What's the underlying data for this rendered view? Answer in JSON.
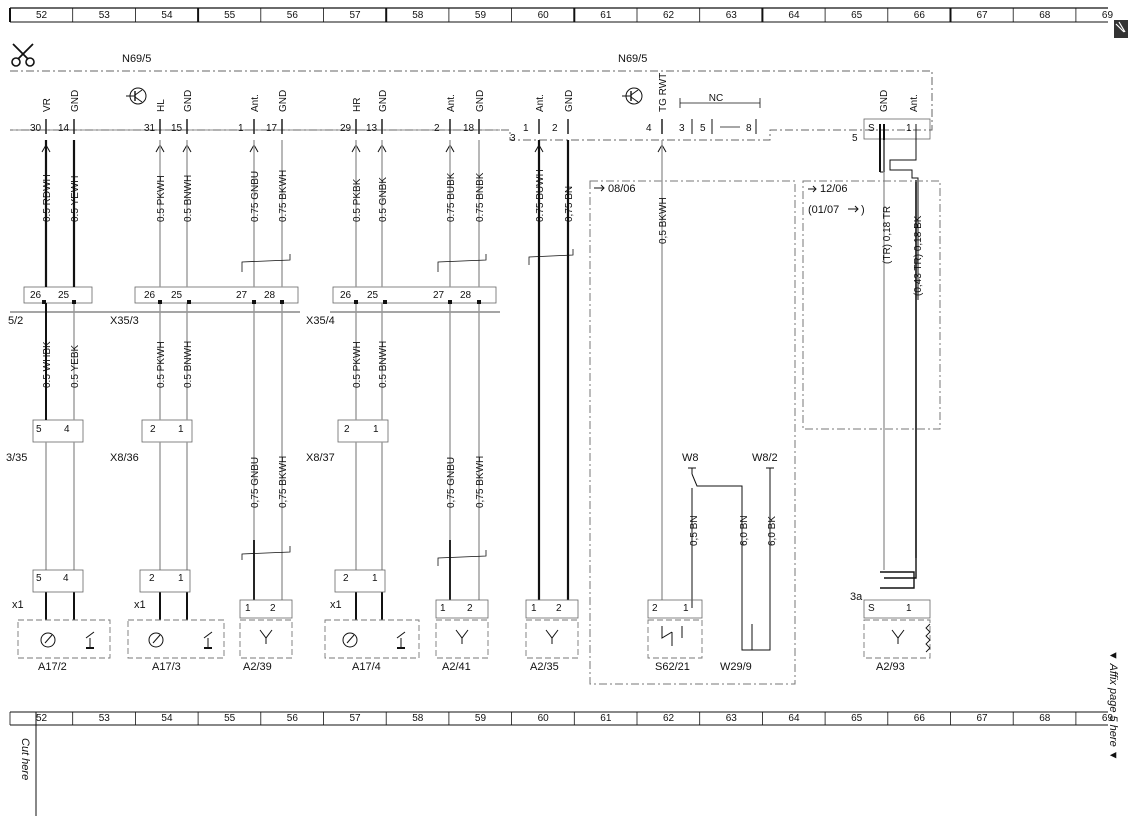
{
  "ruler": {
    "top_numbers": [
      "52",
      "53",
      "54",
      "55",
      "56",
      "57",
      "58",
      "59",
      "60",
      "61",
      "62",
      "63",
      "64",
      "65",
      "66",
      "67",
      "68",
      "69"
    ],
    "bottom_numbers": [
      "52",
      "53",
      "54",
      "55",
      "56",
      "57",
      "58",
      "59",
      "60",
      "61",
      "62",
      "63",
      "64",
      "65",
      "66",
      "67",
      "68",
      "69"
    ]
  },
  "header_labels": {
    "n69_left": "N69/5",
    "n69_right": "N69/5"
  },
  "pins_top": [
    {
      "pin": "30",
      "name": "VR",
      "wire": "0.5 RDWH",
      "heavy": true
    },
    {
      "pin": "14",
      "name": "GND",
      "wire": "0.5 YEWH",
      "heavy": true
    },
    {
      "pin": "31",
      "name": "HL",
      "wire": "0.5 PKWH",
      "heavy": false
    },
    {
      "pin": "15",
      "name": "GND",
      "wire": "0.5 BNWH",
      "heavy": false
    },
    {
      "pin": "1",
      "name": "Ant.",
      "wire": "0.75 GNBU",
      "heavy": false
    },
    {
      "pin": "17",
      "name": "GND",
      "wire": "0.75 BKWH",
      "heavy": false
    },
    {
      "pin": "29",
      "name": "HR",
      "wire": "0.5 PKBK",
      "heavy": false
    },
    {
      "pin": "13",
      "name": "GND",
      "wire": "0.5 GNBK",
      "heavy": false
    },
    {
      "pin": "2",
      "name": "Ant.",
      "wire": "0.75 BUBK",
      "heavy": false
    },
    {
      "pin": "18",
      "name": "GND",
      "wire": "0.75 BNBK",
      "heavy": false
    },
    {
      "pin": "1",
      "name": "Ant.",
      "wire": "0.75 BUWH",
      "heavy": true
    },
    {
      "pin": "2",
      "name": "GND",
      "wire": "0,75 BN",
      "heavy": true
    },
    {
      "pin": "4",
      "name": "TG RWT",
      "wire": "0,5 BKWH",
      "heavy": false
    }
  ],
  "nc_label": "NC",
  "nc_pins": [
    "3",
    "5",
    "8"
  ],
  "connector_3": "3",
  "connector_5": "5",
  "right_pins": [
    {
      "pin": "S",
      "name": "GND",
      "wire": "(TR) 0,18  TR"
    },
    {
      "pin": "1",
      "name": "Ant.",
      "wire": "(0,43 TR) 0,18 BK"
    }
  ],
  "date_boxes": {
    "box1": "08/06",
    "box2": "12/06",
    "box2_sub": "(01/07"
  },
  "connectors": {
    "x35_2": "5/2",
    "x35_3": "X35/3",
    "x35_4": "X35/4",
    "x8_35": "3/35",
    "x8_36": "X8/36",
    "x8_37": "X8/37"
  },
  "x35_pins": {
    "g1": [
      "26",
      "25"
    ],
    "g2": [
      "26",
      "25",
      "27",
      "28"
    ],
    "g3": [
      "26",
      "25",
      "27",
      "28"
    ]
  },
  "mid_wires": [
    "0.5 WHBK",
    "0.5 YEBK",
    "0.5 PKWH",
    "0.5 BNWH",
    "0.5 PKWH",
    "0.5 BNWH"
  ],
  "x8_pins": {
    "g1": [
      "5",
      "4"
    ],
    "g2": [
      "2",
      "1"
    ],
    "g3": [
      "2",
      "1"
    ]
  },
  "lower_wires": [
    "0,75 GNBU",
    "0,75 BKWH",
    "0,75 GNBU",
    "0,75 BKWH"
  ],
  "ground_labels": {
    "w8": "W8",
    "w8_2": "W8/2"
  },
  "ground_wires": [
    "0,5 BN",
    "6,0 BN",
    "6,0 BK"
  ],
  "x1_label": "x1",
  "label_3a": "3a",
  "bottom_pins": {
    "a17_2": [
      "5",
      "4"
    ],
    "a17_3": [
      "2",
      "1"
    ],
    "a2_39": [
      "1",
      "2"
    ],
    "a17_4": [
      "2",
      "1"
    ],
    "a2_41": [
      "1",
      "2"
    ],
    "a2_35": [
      "1",
      "2"
    ],
    "s62_21": [
      "2",
      "1"
    ],
    "a2_93": [
      "S",
      "1"
    ]
  },
  "components": [
    "A17/2",
    "A17/3",
    "A2/39",
    "A17/4",
    "A2/41",
    "A2/35",
    "S62/21",
    "W29/9",
    "A2/93"
  ],
  "side_texts": {
    "affix": "▼ Affix page 5 here ▼",
    "cut": "Cut here"
  }
}
